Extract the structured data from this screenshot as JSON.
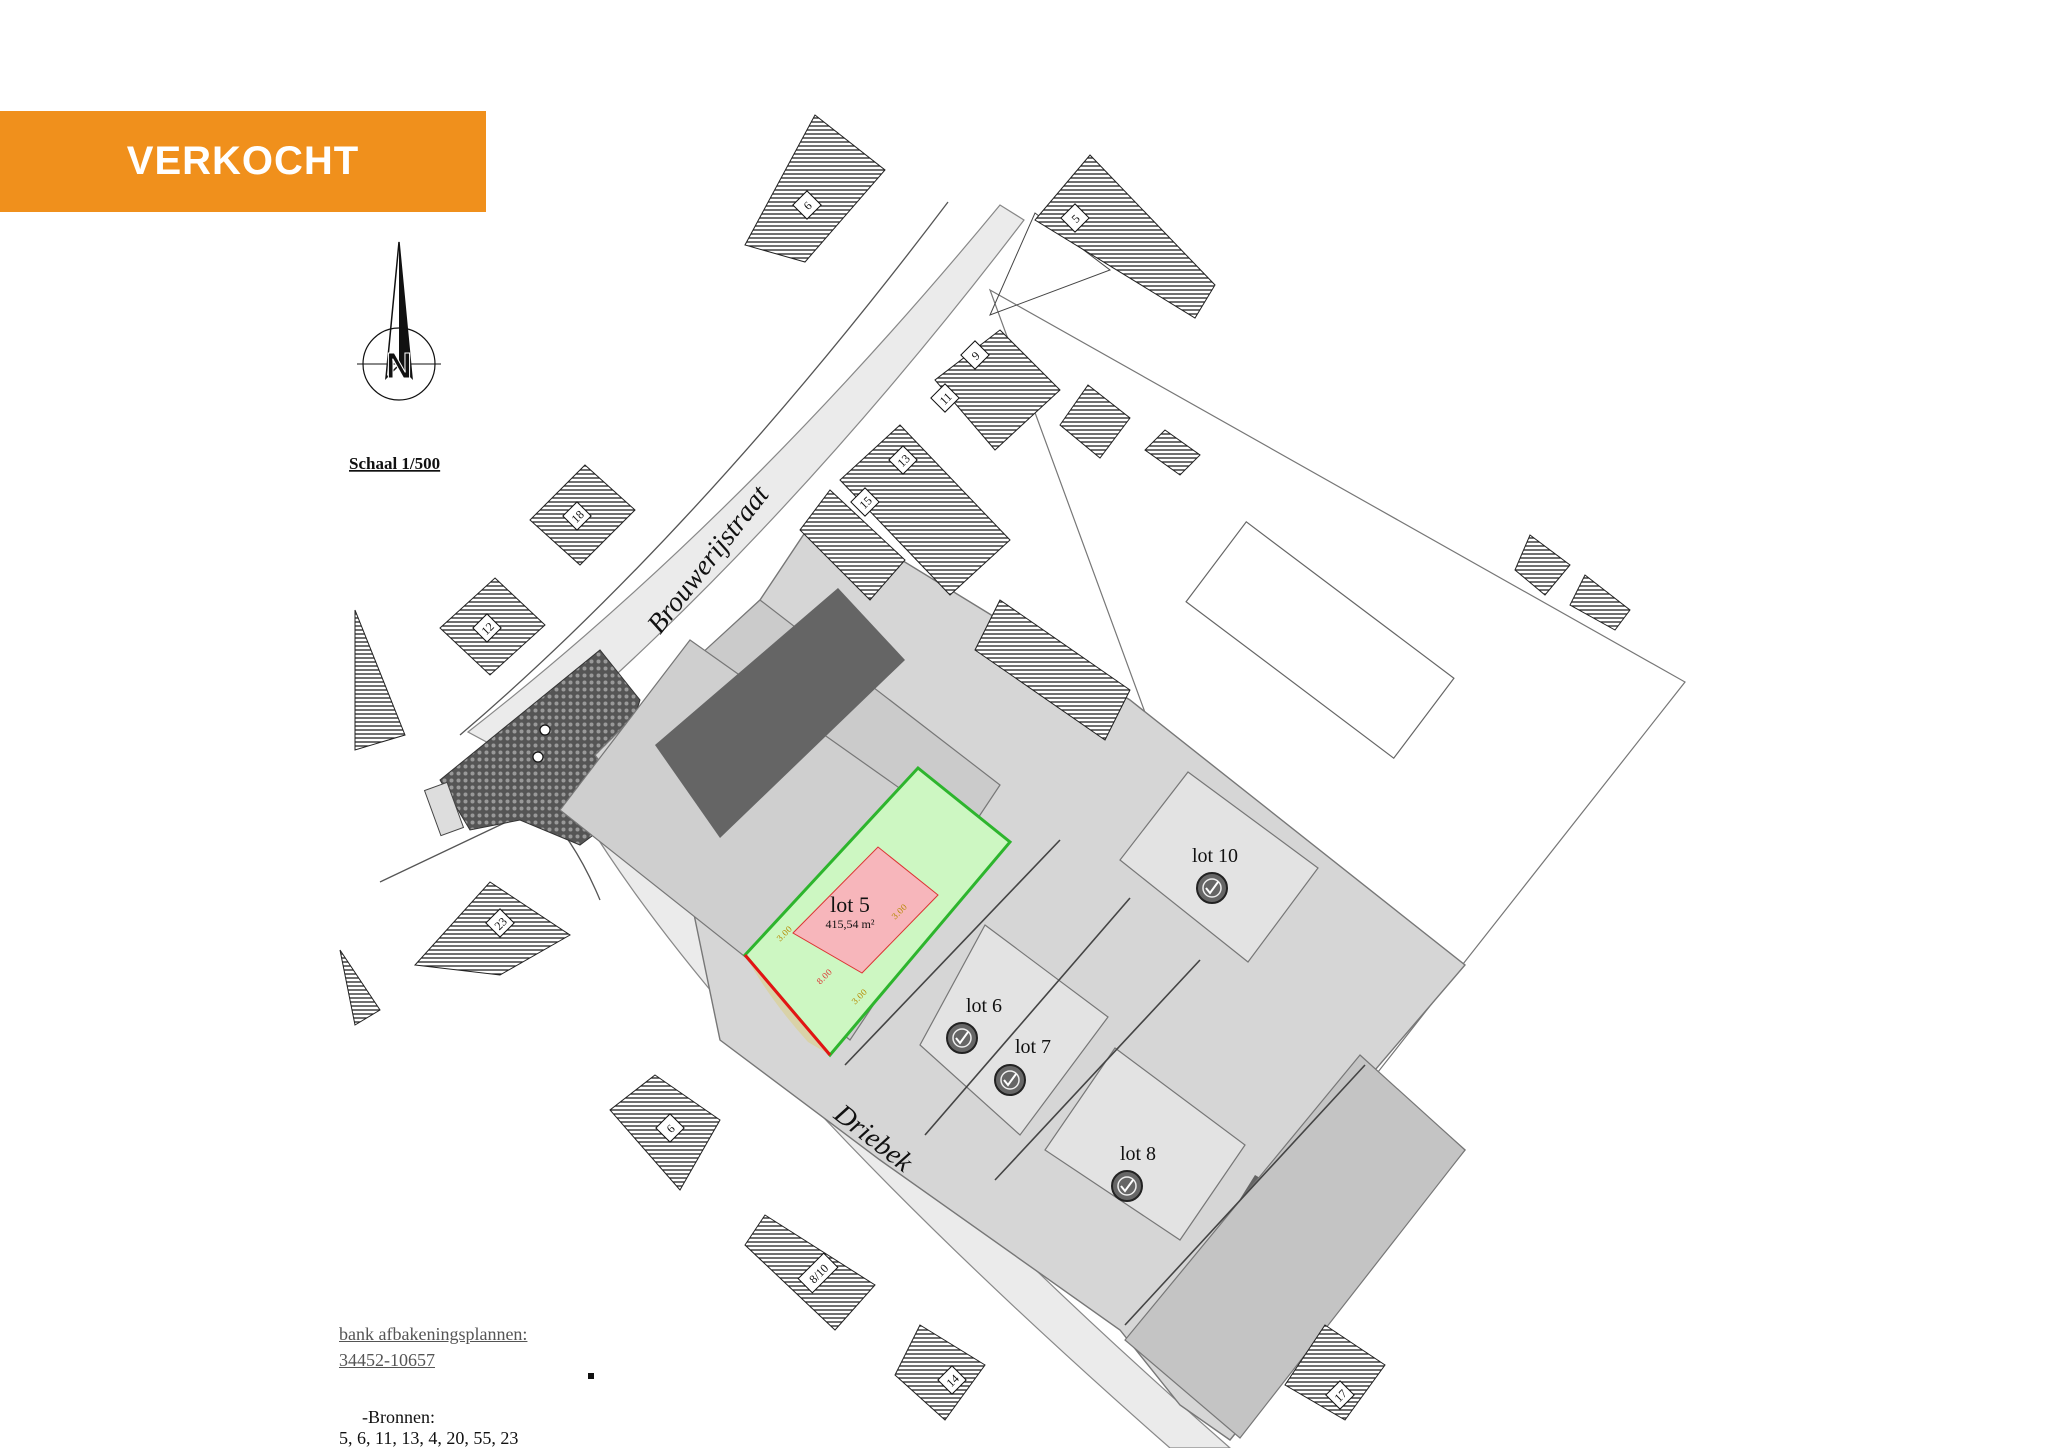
{
  "status_badge": "VERKOCHT",
  "north_label": "N",
  "scale_label": "Schaal 1/500",
  "streets": {
    "top": "Brouwerijstraat",
    "bottom": "Driebek"
  },
  "lot5": {
    "label": "lot 5",
    "area": "415,54 m²",
    "dims": [
      "3.00",
      "3.00",
      "8.00",
      "3.00"
    ]
  },
  "lots": [
    {
      "label": "lot 6",
      "status": "check-icon"
    },
    {
      "label": "lot 7",
      "status": "check-icon"
    },
    {
      "label": "lot 8",
      "status": "check-icon"
    },
    {
      "label": "lot 10",
      "status": "check-icon"
    }
  ],
  "house_numbers": [
    "6",
    "5",
    "9",
    "11",
    "13",
    "15",
    "18",
    "12",
    "23",
    "6",
    "8/10",
    "14",
    "17"
  ],
  "footnote": {
    "line1": "bank afbakeningsplannen:",
    "line2": "34452-10657",
    "line3": "-Bronnen:",
    "line4": "5, 6, 11, 13, 4, 20, 55, 23"
  },
  "colors": {
    "badge": "#f0901c",
    "lot5_outline": "#2db52d",
    "lot5_fill": "#cdf7c2",
    "house_fill": "#f7b6bb",
    "building_dark": "#666666",
    "plot_grey": "#d6d6d6",
    "yard_grey": "#e3e3e3",
    "curve": "#e31414"
  }
}
